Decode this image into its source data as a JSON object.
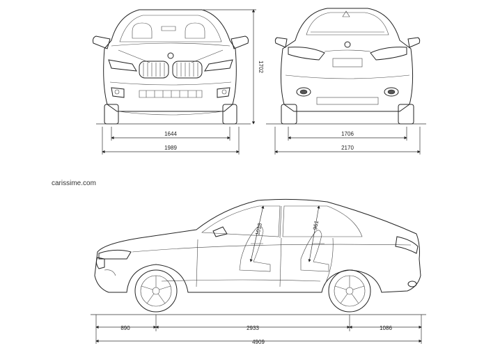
{
  "watermark": "carissime.com",
  "dimensions": {
    "front_track": "1644",
    "front_width": "1989",
    "height": "1702",
    "rear_track": "1706",
    "rear_width": "2170",
    "front_overhang": "890",
    "wheelbase": "2933",
    "rear_overhang": "1086",
    "length": "4909",
    "front_headroom": "1013",
    "rear_headroom": "961"
  }
}
